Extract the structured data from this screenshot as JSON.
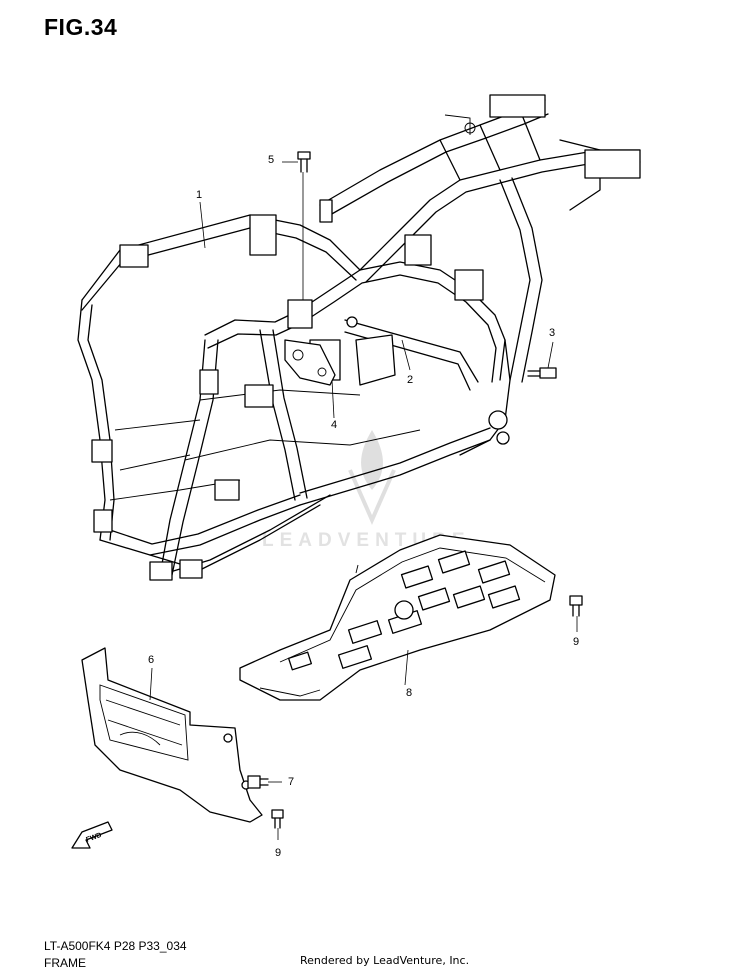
{
  "figure": {
    "title": "FIG.34"
  },
  "callouts": [
    {
      "id": "1",
      "label": "1",
      "part": "frame"
    },
    {
      "id": "2",
      "label": "2",
      "part": "frame-cross-member"
    },
    {
      "id": "3",
      "label": "3",
      "part": "bolt"
    },
    {
      "id": "4",
      "label": "4",
      "part": "bracket"
    },
    {
      "id": "5",
      "label": "5",
      "part": "bolt"
    },
    {
      "id": "6",
      "label": "6",
      "part": "front-guard"
    },
    {
      "id": "7",
      "label": "7",
      "part": "screw"
    },
    {
      "id": "8",
      "label": "8",
      "part": "skid-plate"
    },
    {
      "id": "9a",
      "label": "9",
      "part": "bolt"
    },
    {
      "id": "9b",
      "label": "9",
      "part": "bolt"
    }
  ],
  "fwd_marker": {
    "label": "FWD",
    "icon": "forward-arrow-icon"
  },
  "footer": {
    "model_code": "LT-A500FK4 P28 P33_034",
    "section_name": "FRAME",
    "rendered_by": "Rendered by LeadVenture, Inc."
  },
  "watermark": {
    "text": "LEADVENTURE",
    "icon": "flame-logo-icon"
  }
}
